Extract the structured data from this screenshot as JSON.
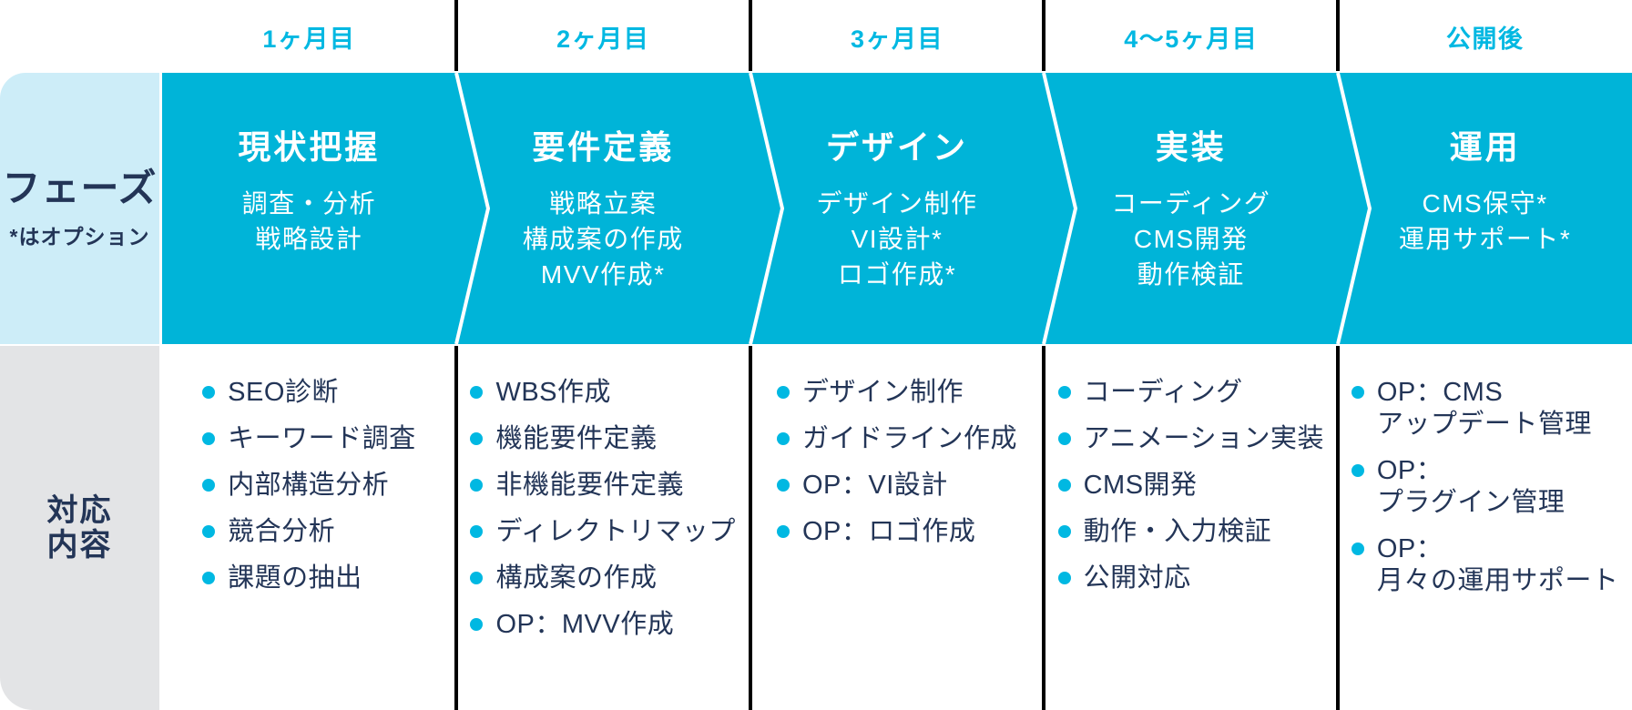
{
  "palette": {
    "accent": "#00b4d8",
    "accent_bright": "#00b8e2",
    "navy": "#233557",
    "light_cyan": "#cdedf8",
    "gray": "#e3e4e6",
    "separator": "#000000",
    "white": "#ffffff"
  },
  "sidebar": {
    "phase_label": "フェーズ",
    "phase_note": "*はオプション",
    "content_label_line1": "対応",
    "content_label_line2": "内容"
  },
  "columns": [
    {
      "month": "1ヶ月目",
      "phase_title": "現状把握",
      "phase_items": [
        "調査・分析",
        "戦略設計"
      ],
      "tasks": [
        {
          "lines": [
            "SEO診断"
          ]
        },
        {
          "lines": [
            "キーワード調査"
          ]
        },
        {
          "lines": [
            "内部構造分析"
          ]
        },
        {
          "lines": [
            "競合分析"
          ]
        },
        {
          "lines": [
            "課題の抽出"
          ]
        }
      ]
    },
    {
      "month": "2ヶ月目",
      "phase_title": "要件定義",
      "phase_items": [
        "戦略立案",
        "構成案の作成",
        "MVV作成*"
      ],
      "tasks": [
        {
          "lines": [
            "WBS作成"
          ]
        },
        {
          "lines": [
            "機能要件定義"
          ]
        },
        {
          "lines": [
            "非機能要件定義"
          ]
        },
        {
          "lines": [
            "ディレクトリマップ"
          ]
        },
        {
          "lines": [
            "構成案の作成"
          ]
        },
        {
          "lines": [
            "OP：MVV作成"
          ]
        }
      ]
    },
    {
      "month": "3ヶ月目",
      "phase_title": "デザイン",
      "phase_items": [
        "デザイン制作",
        "VI設計*",
        "ロゴ作成*"
      ],
      "tasks": [
        {
          "lines": [
            "デザイン制作"
          ]
        },
        {
          "lines": [
            "ガイドライン作成"
          ]
        },
        {
          "lines": [
            "OP：VI設計"
          ]
        },
        {
          "lines": [
            "OP：ロゴ作成"
          ]
        }
      ]
    },
    {
      "month": "4〜5ヶ月目",
      "phase_title": "実装",
      "phase_items": [
        "コーディング",
        "CMS開発",
        "動作検証"
      ],
      "tasks": [
        {
          "lines": [
            "コーディング"
          ]
        },
        {
          "lines": [
            "アニメーション実装"
          ]
        },
        {
          "lines": [
            "CMS開発"
          ]
        },
        {
          "lines": [
            "動作・入力検証"
          ]
        },
        {
          "lines": [
            "公開対応"
          ]
        }
      ]
    },
    {
      "month": "公開後",
      "phase_title": "運用",
      "phase_items": [
        "CMS保守*",
        "運用サポート*"
      ],
      "tasks": [
        {
          "lines": [
            "OP：CMS",
            "アップデート管理"
          ]
        },
        {
          "lines": [
            "OP：",
            "プラグイン管理"
          ]
        },
        {
          "lines": [
            "OP：",
            "月々の運用サポート"
          ]
        }
      ]
    }
  ]
}
